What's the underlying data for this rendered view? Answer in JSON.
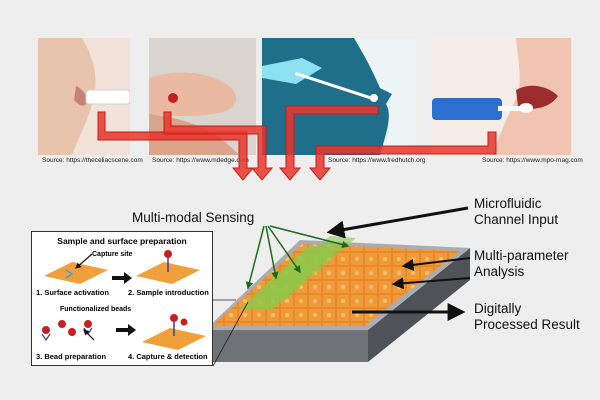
{
  "sources": [
    "Source: https://theceliacscene.com",
    "Source: https://www.mdedge.com",
    "Source: https://www.fredhutch.org",
    "Source: https://www.mpo-mag.com"
  ],
  "labels": {
    "multimodal": "Multi-modal Sensing",
    "channel_line1": "Microfluidic",
    "channel_line2": "Channel Input",
    "multiparam_line1": "Multi-parameter",
    "multiparam_line2": "Analysis",
    "digital_line1": "Digitally",
    "digital_line2": "Processed Result"
  },
  "inset": {
    "title": "Sample and surface preparation",
    "capture_site": "Capture site",
    "step1": "1. Surface activation",
    "step2": "2. Sample introduction",
    "functionalized": "Functionalized beads",
    "step3": "3. Bead preparation",
    "step4": "4. Capture & detection"
  },
  "colors": {
    "arrow_red": "#e8352b",
    "chip_orange": "#e8892a",
    "channel_green": "#8fc74a",
    "substrate": "#6f7378"
  }
}
